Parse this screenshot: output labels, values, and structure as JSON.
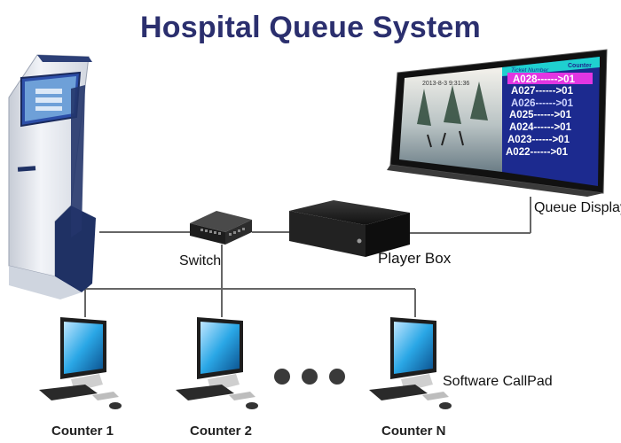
{
  "title": "Hospital Queue System",
  "labels": {
    "switch": "Switch",
    "player_box": "Player Box",
    "queue_display": "Queue Display",
    "software_callpad": "Software CallPad",
    "counter_1": "Counter 1",
    "counter_2": "Counter 2",
    "counter_n": "Counter N"
  },
  "display": {
    "timestamp": "2013-8-3 9:31:36",
    "col_ticket": "Ticket Number",
    "col_counter": "Counter",
    "rows": [
      "A028------>01",
      "A027------>01",
      "A026------>01",
      "A025------>01",
      "A024------>01",
      "A023------>01",
      "A022------>01"
    ]
  },
  "colors": {
    "title": "#2b2f6e",
    "kiosk_body": "#e9ecf1",
    "kiosk_navy": "#24356a",
    "display_panel": "#1c2a8f",
    "highlight_row": "#e236e2",
    "cable": "#666666"
  }
}
